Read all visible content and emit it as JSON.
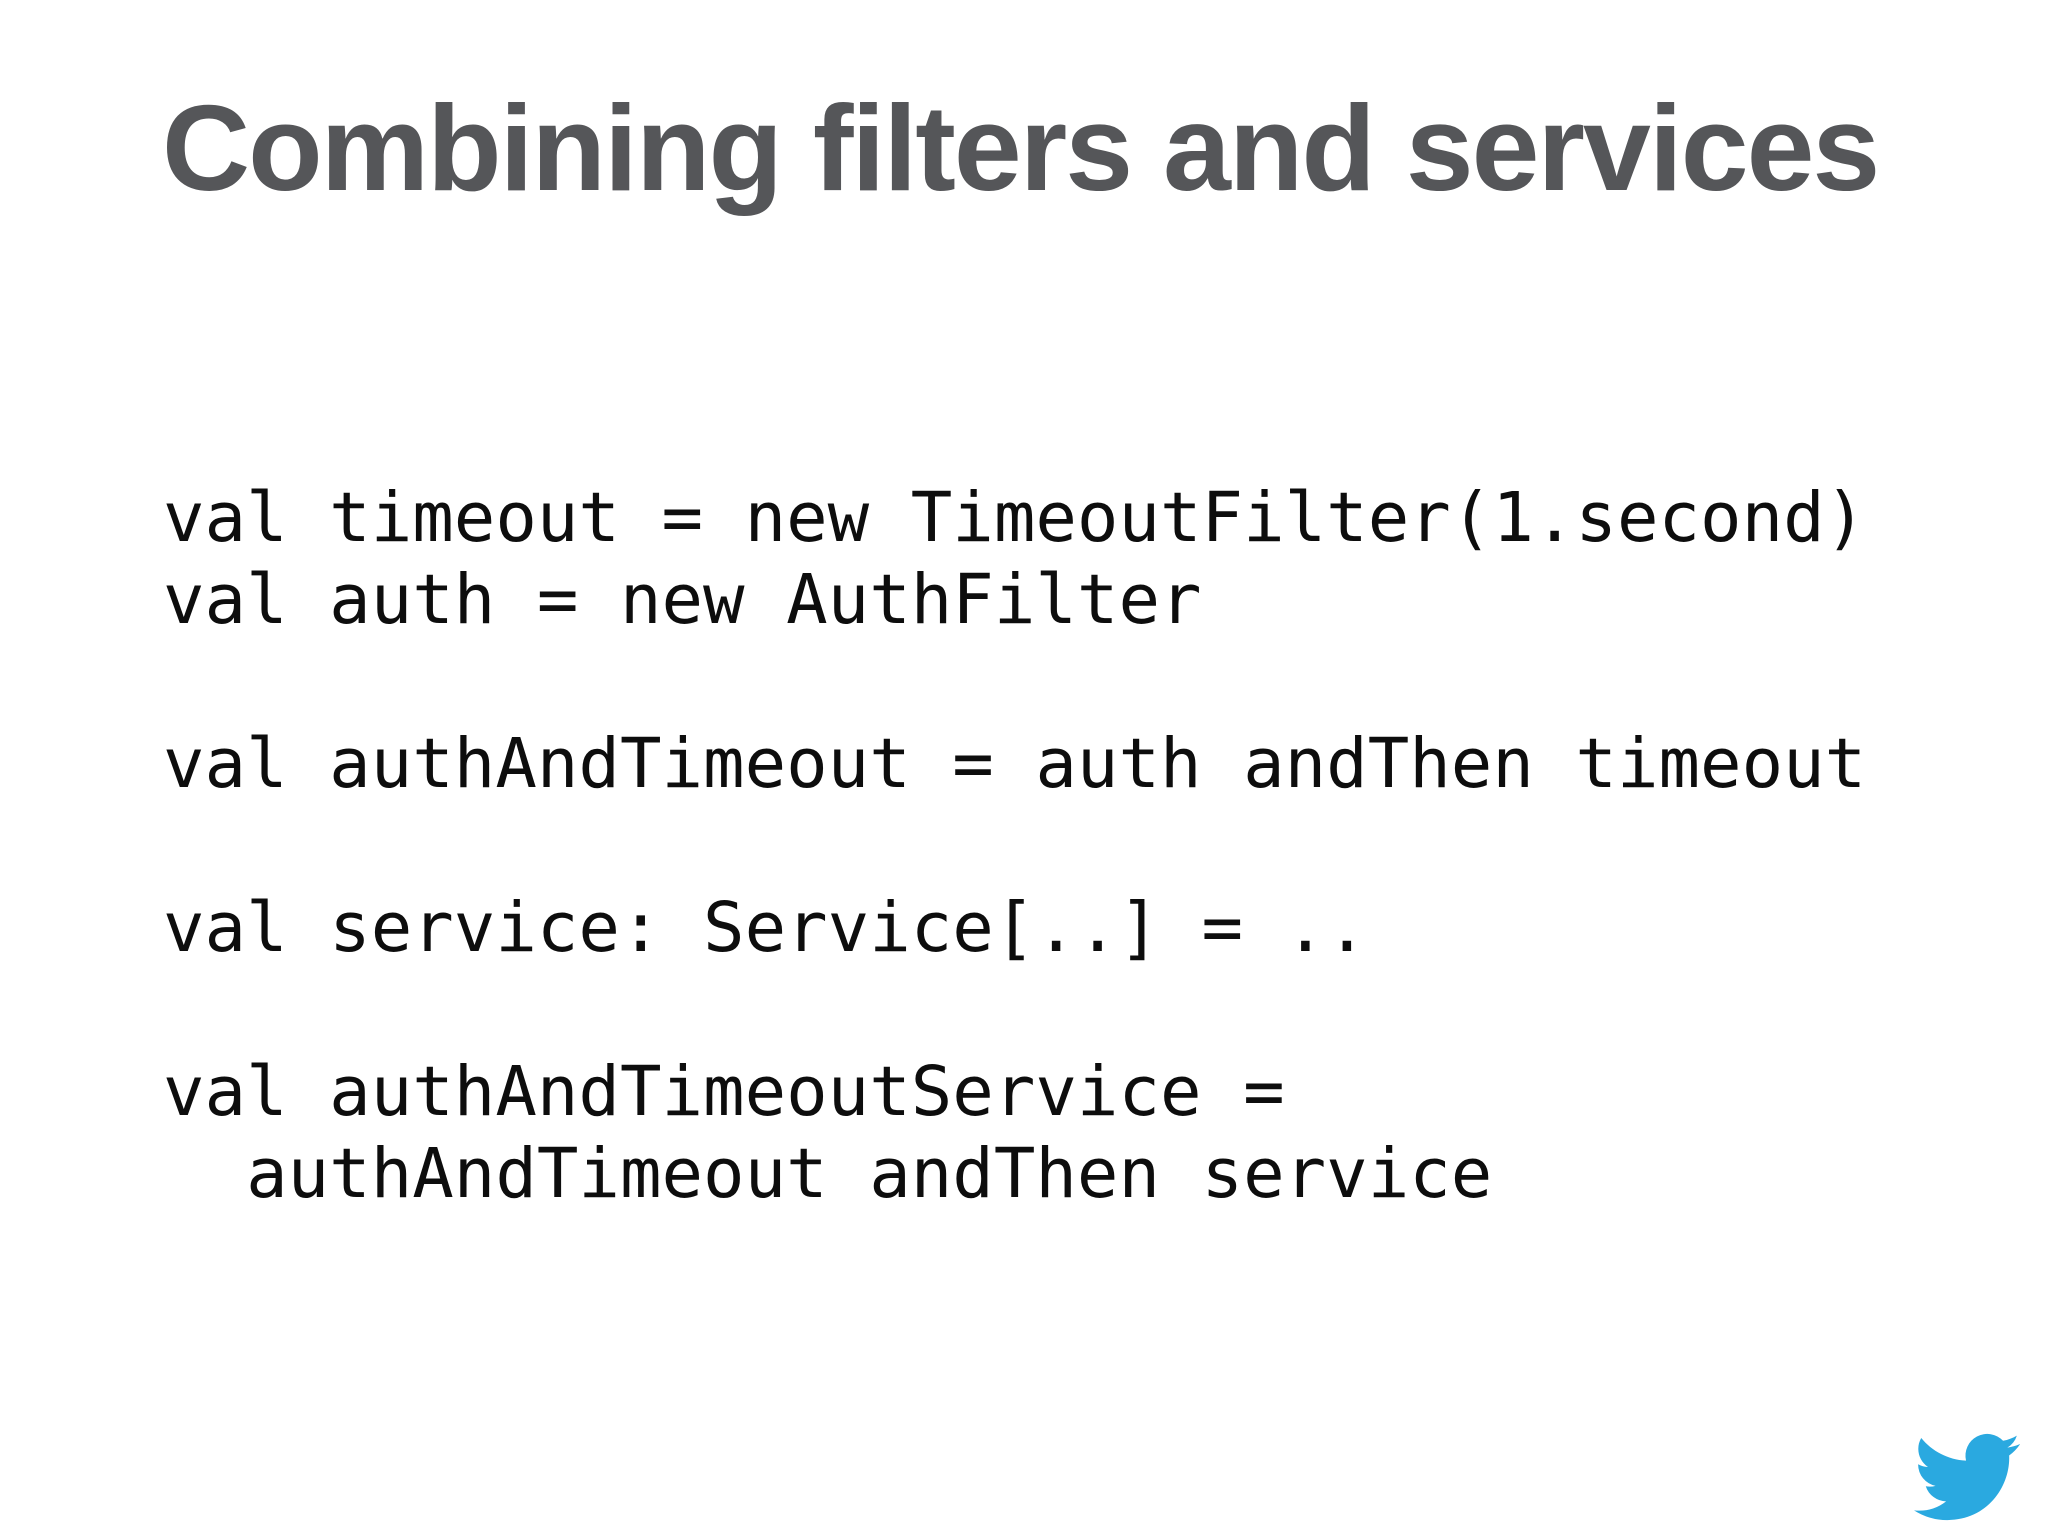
{
  "slide": {
    "title": "Combining filters and services",
    "code_lines": [
      "val timeout = new TimeoutFilter(1.second)",
      "val auth = new AuthFilter",
      "",
      "val authAndTimeout = auth andThen timeout",
      "",
      "val service: Service[..] = ..",
      "",
      "val authAndTimeoutService =",
      "  authAndTimeout andThen service"
    ]
  },
  "footer": {
    "logo": "twitter-bird-icon"
  },
  "theme": {
    "background": "#ffffff",
    "title_color": "#555659",
    "code_color": "#0d0d0d",
    "twitter_blue": "#2aa9e0"
  }
}
